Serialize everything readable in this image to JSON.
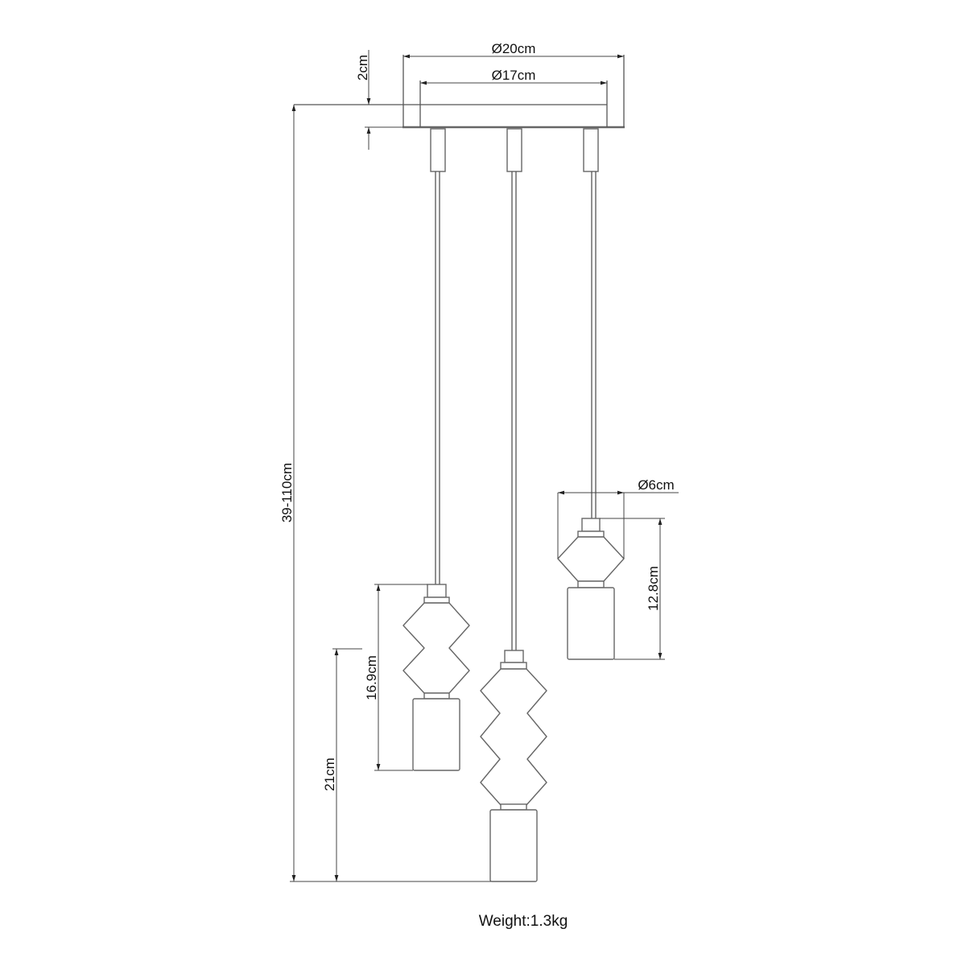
{
  "title": "Pendant lamp dimension drawing",
  "dimensions": {
    "canopy_outer_diameter": "Ø20cm",
    "canopy_inner_diameter": "Ø17cm",
    "canopy_height": "2cm",
    "overall_height": "39-110cm",
    "shade_small_diameter": "Ø6cm",
    "shade_small_height": "12.8cm",
    "shade_medium_height": "16.9cm",
    "drop_offset": "21cm"
  },
  "weight": "Weight:1.3kg",
  "colors": {
    "line": "#555555",
    "text": "#111111"
  }
}
